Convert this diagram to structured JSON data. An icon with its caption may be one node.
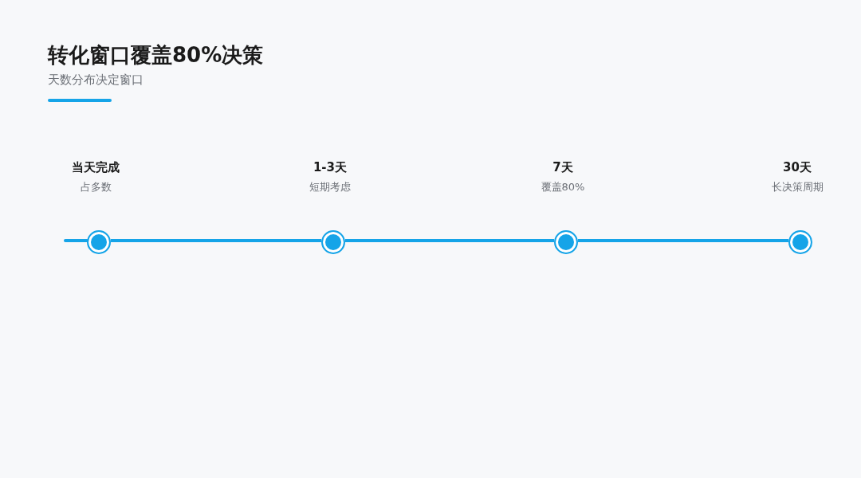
{
  "diagram": {
    "title": "转化窗口覆盖80%决策",
    "nodes": [
      {
        "text": [],
        "shape": "circle",
        "beside": [
          "当天完成",
          "占多数"
        ]
      },
      {
        "text": [],
        "shape": "circle",
        "beside": [
          "1-3天",
          "短期考虑"
        ]
      },
      {
        "text": [],
        "shape": "circle",
        "beside": [
          "7天",
          "覆盖80%"
        ]
      },
      {
        "text": [],
        "shape": "circle",
        "beside": [
          "30天",
          "长决策周期"
        ]
      }
    ],
    "edges": [
      {
        "from": null,
        "to": 0,
        "arrow": "none"
      },
      {
        "from": 0,
        "to": 1,
        "arrow": "none"
      },
      {
        "from": 1,
        "to": 2,
        "arrow": "none"
      },
      {
        "from": 2,
        "to": 3,
        "arrow": "none"
      }
    ],
    "labels": [
      "天数分布决定窗口"
    ]
  }
}
